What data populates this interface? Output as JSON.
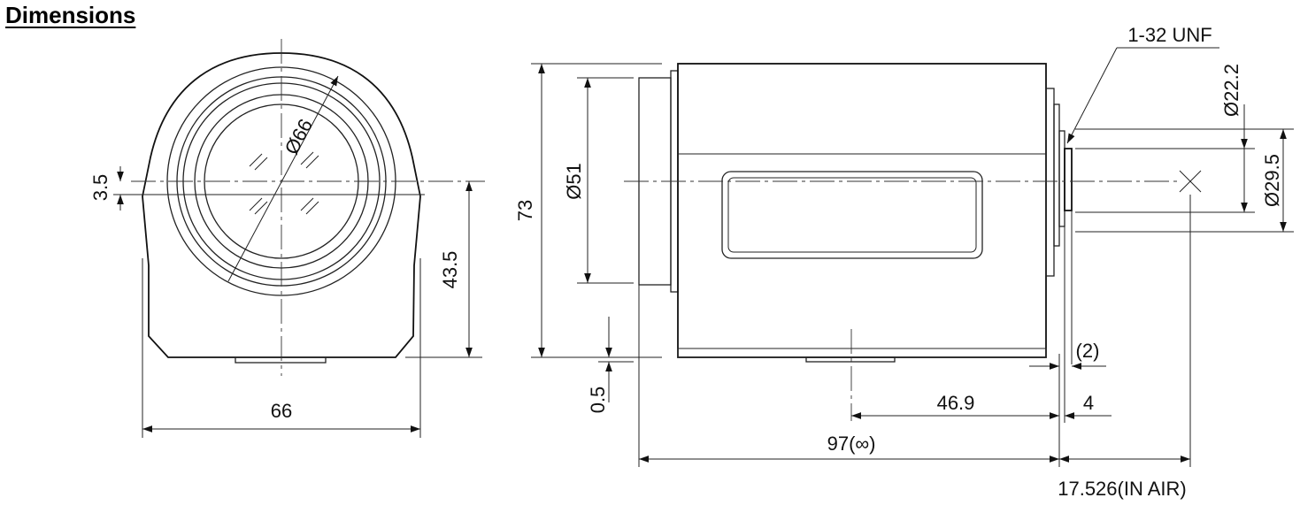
{
  "heading": "Dimensions",
  "front_view": {
    "diameter_label": "Ø66",
    "offset_label": "3.5",
    "height_label": "43.5",
    "width_label": "66"
  },
  "side_view": {
    "thread_label": "1-32 UNF",
    "mount_diameter_label": "Ø22.2",
    "flange_diameter_label": "Ø29.5",
    "front_diameter_label": "Ø51",
    "height_label": "73",
    "base_offset_label": "0.5",
    "length_to_center_label": "46.9",
    "total_length_label": "97(∞)",
    "flange_gap_label": "(2)",
    "flange_width_label": "4",
    "back_focus_label": "17.526(IN AIR)"
  }
}
